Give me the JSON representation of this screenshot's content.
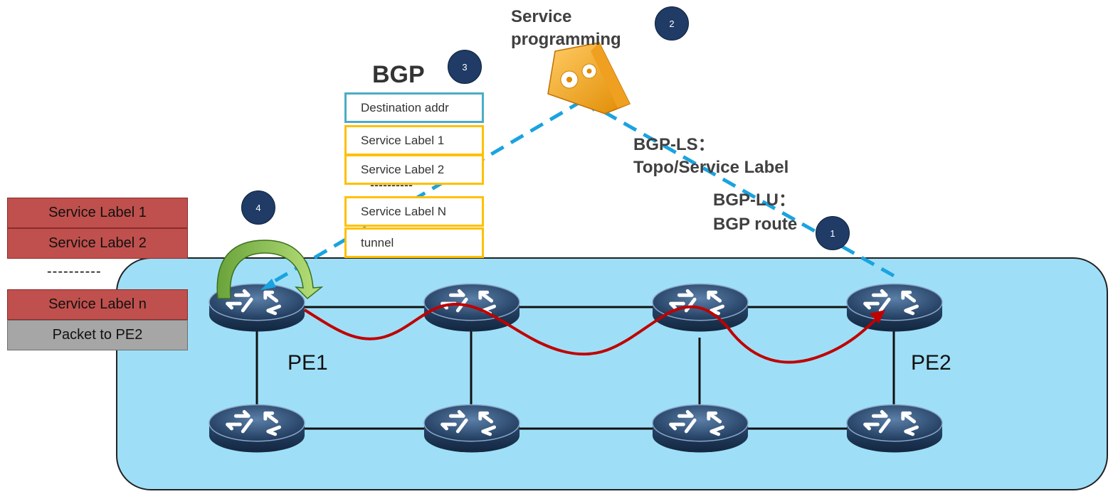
{
  "controller": {
    "label": "Service programming"
  },
  "bgp": {
    "title": "BGP",
    "rows": [
      "Destination addr",
      "Service Label 1",
      "Service Label 2",
      "Service Label N",
      "tunnel"
    ],
    "separator": "----------"
  },
  "annotations": {
    "bgp_ls_line1": "BGP-LS：",
    "bgp_ls_line2": "Topo/Service Label",
    "bgp_lu_line1": "BGP-LU：",
    "bgp_lu_line2": "BGP route"
  },
  "label_stack": {
    "items": [
      "Service Label 1",
      "Service Label 2",
      "Service Label n",
      "Packet to PE2"
    ],
    "separator": "----------"
  },
  "nodes": {
    "pe1": "PE1",
    "pe2": "PE2"
  },
  "steps": [
    "1",
    "2",
    "3",
    "4"
  ],
  "colors": {
    "network_fill": "#9edff7",
    "dashed_arrow": "#1aa3e0",
    "path_arrow": "#c00000",
    "label_red": "#c0504d",
    "label_grey": "#a6a6a6",
    "bgp_border_dest": "#4bacc6",
    "bgp_border": "#ffc000",
    "step_circle": "#1f3b66",
    "curved_arrow": "#76b947"
  }
}
